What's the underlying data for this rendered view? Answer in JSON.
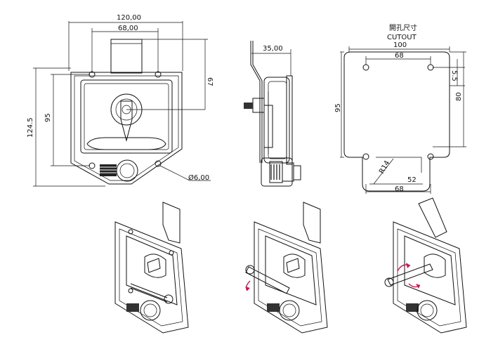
{
  "front_view": {
    "width_total": "120,00",
    "width_holes": "68,00",
    "height_right": "67",
    "height_inner": "95",
    "height_total": "124.5",
    "hole_diameter": "Ø6,00"
  },
  "side_view": {
    "depth": "35,00"
  },
  "cutout_view": {
    "title_cn": "開孔尺寸",
    "title_en": "CUTOUT",
    "width_total": "100",
    "width_holes": "68",
    "height_small": "5.5",
    "height_total": "95",
    "height_right": "80",
    "radius": "R14",
    "bottom_inner": "52",
    "bottom_outer": "68"
  },
  "operation_steps": [
    {
      "step": "closed"
    },
    {
      "step": "handle-rotated-down"
    },
    {
      "step": "handle-released"
    }
  ]
}
